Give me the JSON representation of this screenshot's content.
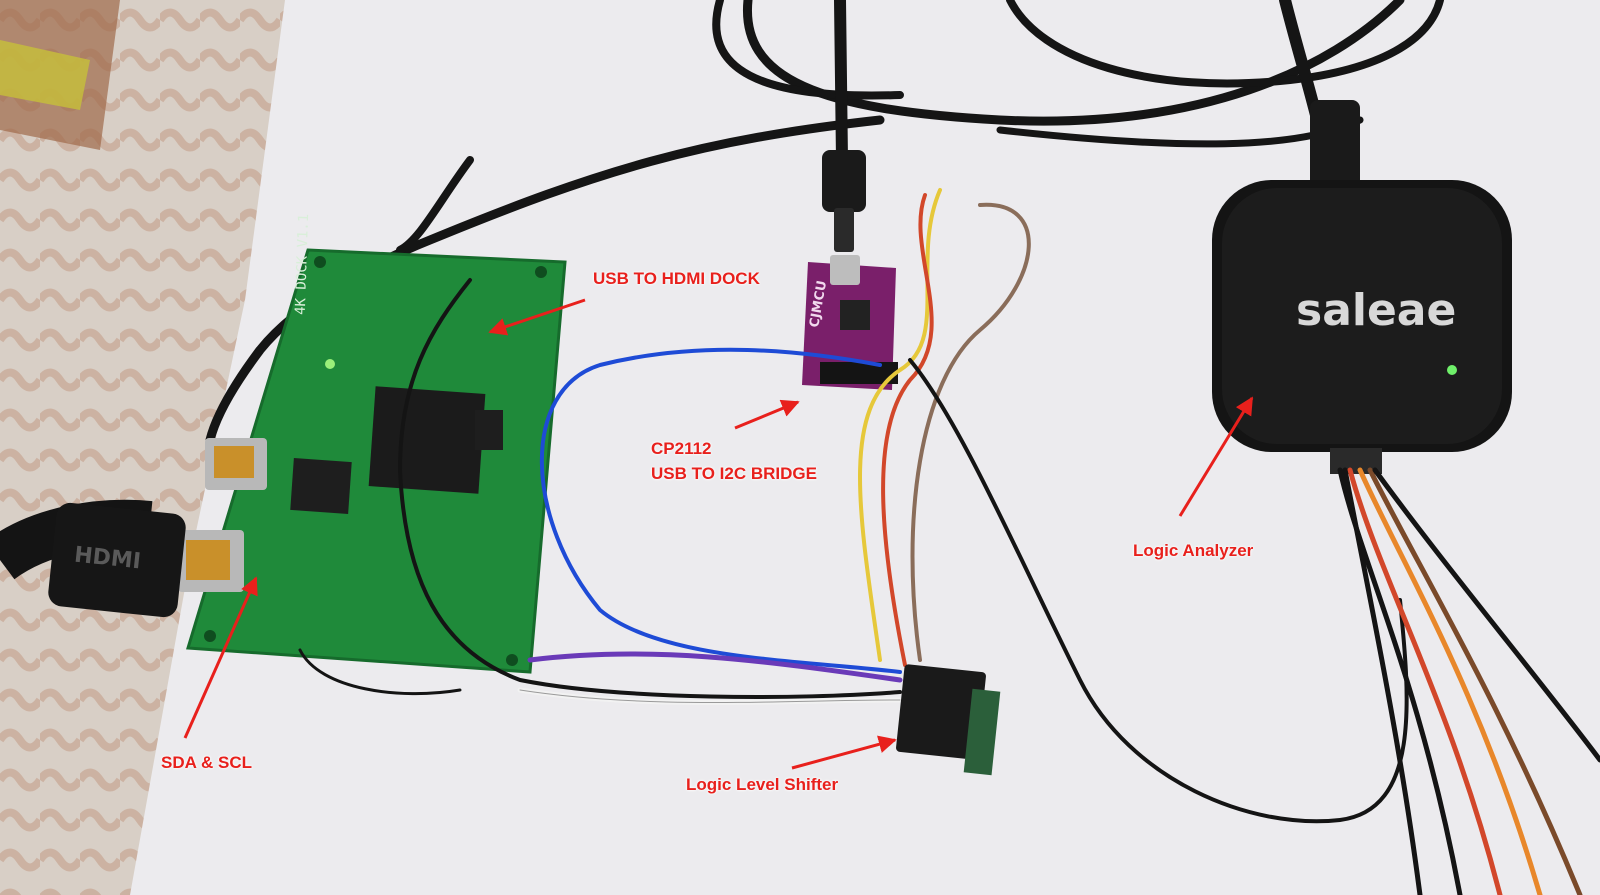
{
  "photo": {
    "pcb_silkscreen": "4K DOCK V1.1",
    "bridge_board_print": "CJMCU",
    "analyzer_brand": "saleae",
    "hdmi_plug_print": "HDMI"
  },
  "callouts": {
    "usb_hdmi_dock": "USB TO HDMI DOCK",
    "cp2112_line1": "CP2112",
    "cp2112_line2": "USB TO I2C BRIDGE",
    "logic_analyzer": "Logic Analyzer",
    "sda_scl": "SDA & SCL",
    "level_shifter": "Logic Level Shifter"
  },
  "colors": {
    "callout_red": "#e8201c",
    "pcb_green": "#1f8a3a",
    "bridge_purple": "#7a1f6a",
    "analyzer_black": "#141414",
    "paper_white": "#ecebee"
  }
}
